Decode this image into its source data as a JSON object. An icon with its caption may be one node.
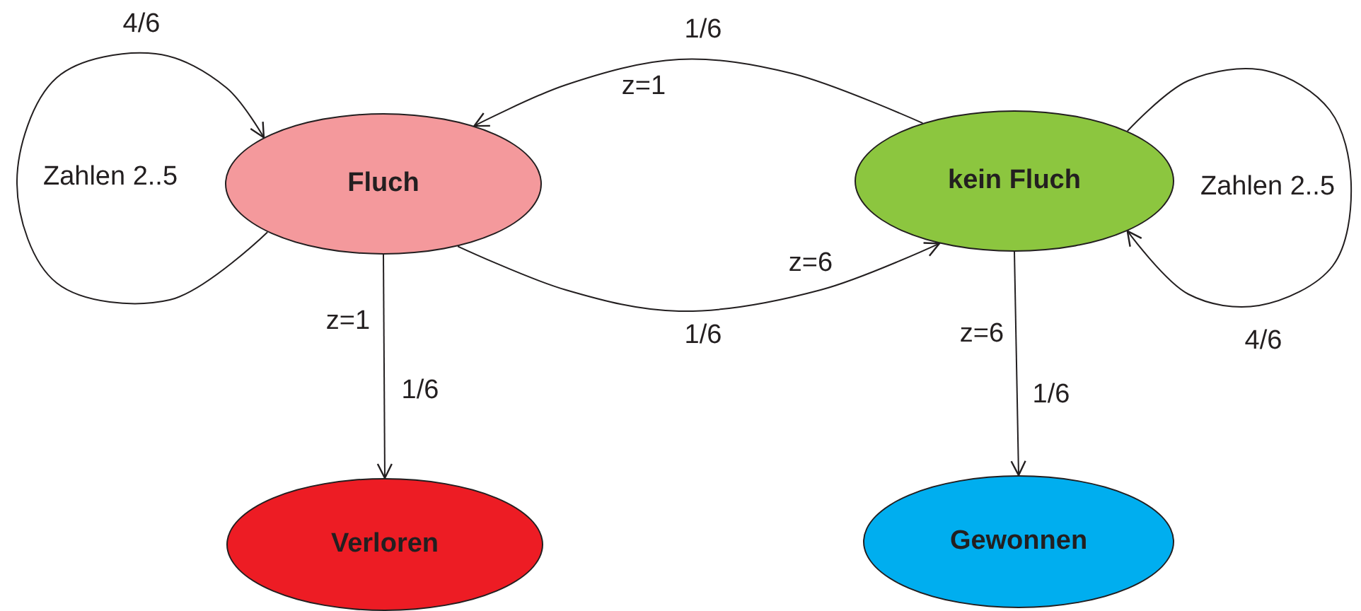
{
  "diagram": {
    "nodes": [
      {
        "text": [
          "Fluch"
        ]
      },
      {
        "text": [
          "kein Fluch"
        ]
      },
      {
        "text": [
          "Verloren"
        ]
      },
      {
        "text": [
          "Gewonnen"
        ]
      }
    ],
    "edges": [
      {
        "from": 0,
        "to": 0,
        "arrow": "to",
        "label": "Zahlen 2..5"
      },
      {
        "from": 1,
        "to": 0,
        "arrow": "to",
        "label": "z=1"
      },
      {
        "from": 0,
        "to": 1,
        "arrow": "to",
        "label": "z=6"
      },
      {
        "from": 0,
        "to": 2,
        "arrow": "to",
        "label": "z=1"
      },
      {
        "from": 1,
        "to": 3,
        "arrow": "to",
        "label": "z=6"
      },
      {
        "from": 1,
        "to": 1,
        "arrow": "to",
        "label": "Zahlen 2..5"
      }
    ],
    "labels": [
      "4/6",
      "1/6",
      "1/6",
      "1/6",
      "1/6",
      "4/6"
    ]
  }
}
